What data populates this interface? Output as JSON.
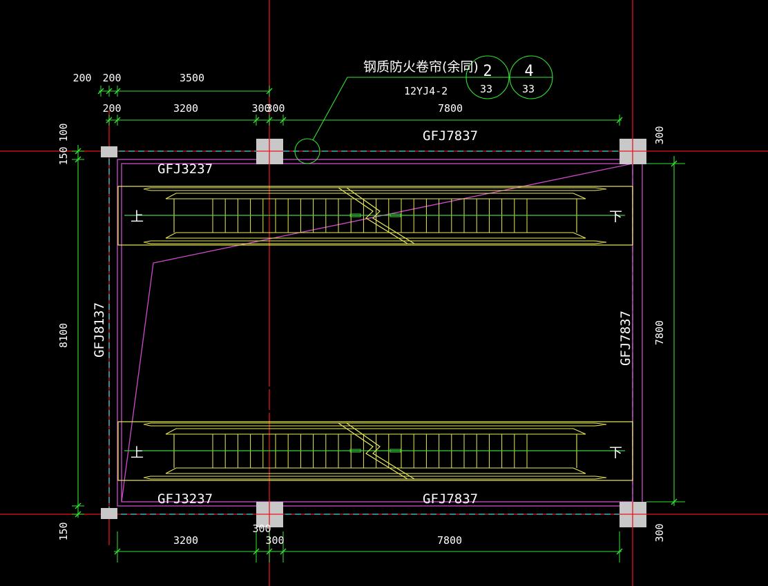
{
  "colors": {
    "background": "#000000",
    "axis": "#e8131a",
    "column": "#c8c8c8",
    "wall": "#d04bd0",
    "hidden": "#2bd4e0",
    "escalator": "#ecec5c",
    "center": "#3fd13f",
    "dimension": "#33e633",
    "text": "#ffffff"
  },
  "callout": {
    "title": "钢质防火卷帘(余同)",
    "ref": "12YJ4-2",
    "details": [
      {
        "top": "2",
        "bottom": "33"
      },
      {
        "top": "4",
        "bottom": "33"
      }
    ]
  },
  "labels": {
    "top_beam": "GFJ7837",
    "upper_left": "GFJ3237",
    "bottom_left": "GFJ3237",
    "bottom_right": "GFJ7837",
    "left_wall": "GFJ8137",
    "right_wall": "GFJ7837",
    "up": "上",
    "down": "下"
  },
  "dimensions": {
    "row1": [
      "200",
      "200",
      "3500"
    ],
    "row2": [
      "200",
      "3200",
      "300",
      "300",
      "7800"
    ],
    "bottom": [
      "3200",
      "300",
      "300",
      "7800"
    ],
    "left": [
      "100",
      "150",
      "8100",
      "150"
    ],
    "right": [
      "300",
      "7800",
      "300"
    ]
  }
}
